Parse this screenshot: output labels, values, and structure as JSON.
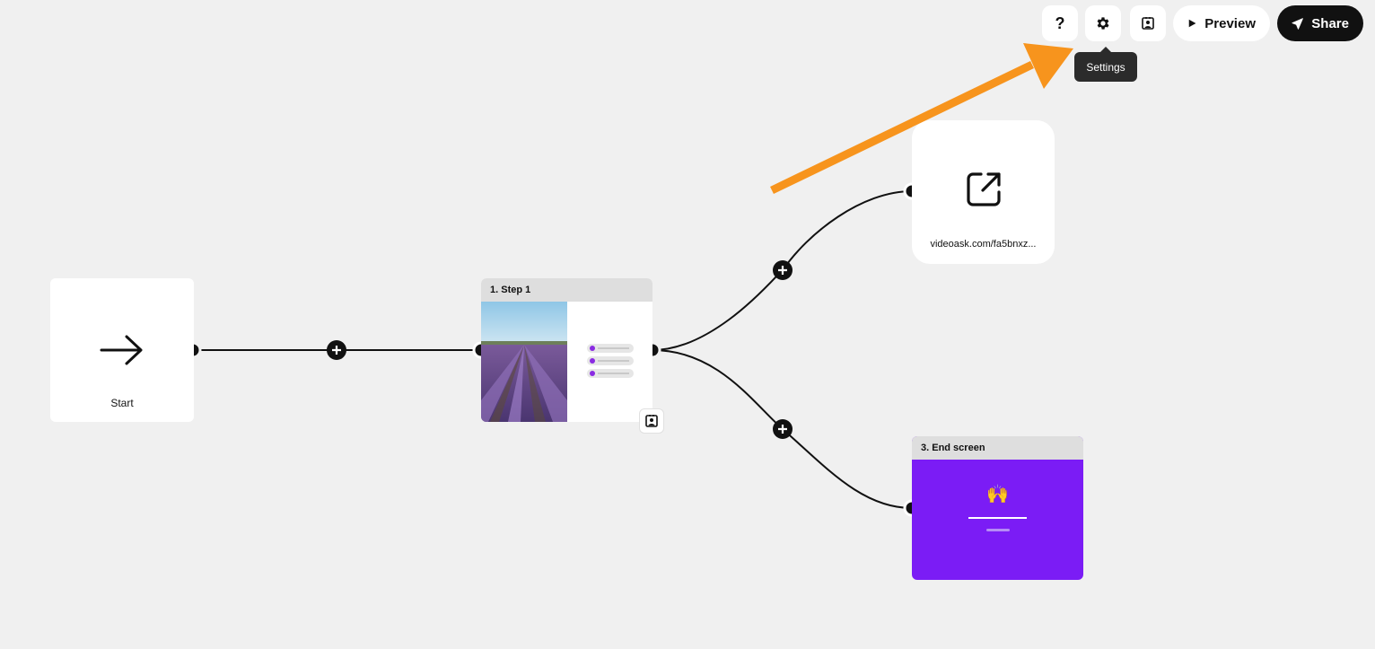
{
  "toolbar": {
    "help_label": "?",
    "preview_label": "Preview",
    "share_label": "Share",
    "tooltip": "Settings"
  },
  "nodes": {
    "start": {
      "label": "Start"
    },
    "step1": {
      "title": "1. Step 1",
      "option_count": 3
    },
    "link": {
      "url": "videoask.com/fa5bnxz..."
    },
    "end": {
      "title": "3. End screen",
      "emoji": "🙌"
    }
  },
  "icons": {
    "help": "question-mark-icon",
    "settings": "gear-icon",
    "contact": "contact-card-icon",
    "preview": "play-icon",
    "share": "paper-plane-icon",
    "add": "plus-icon",
    "redirect": "external-link-icon"
  },
  "colors": {
    "canvas": "#f0f0f0",
    "accent_purple": "#7b1cf5",
    "annotation_orange": "#f7941d",
    "dark": "#111111"
  }
}
